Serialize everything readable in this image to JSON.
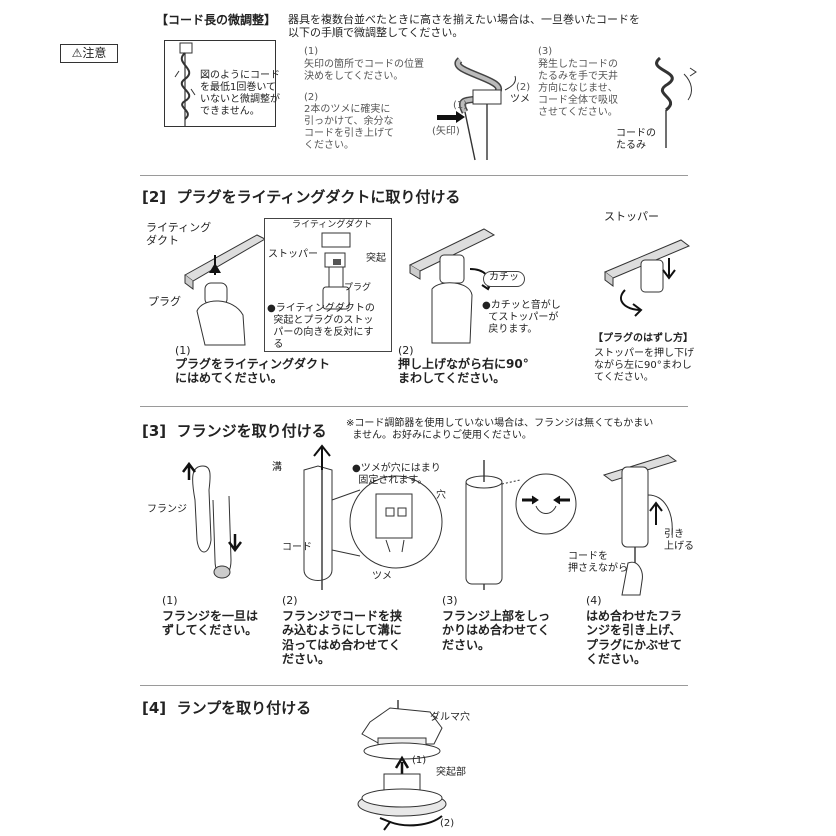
{
  "cord": {
    "heading": "【コード長の微調整】",
    "intro": "器具を複数台並べたときに高さを揃えたい場合は、一旦巻いたコードを\n以下の手順で微調整してください。",
    "caution_title": "注意",
    "caution_text": "図のようにコード\nを最低1回巻いて\nいないと微調整が\nできません。",
    "step1_num": "(1)",
    "step1_text": "矢印の箇所でコードの位置\n決めをしてください。",
    "step2_num": "(2)",
    "step2_text": "2本のツメに確実に\n引っかけて、余分な\nコードを引き上げて\nください。",
    "step3_num": "(3)",
    "step3_text": "発生したコードの\nたるみを手で天井\n方向になじませ、\nコード全体で吸収\nさせてください。",
    "lbl_arrow": "(矢印)",
    "lbl_1": "(1)",
    "lbl_2": "(2)",
    "lbl_tsume": "ツメ",
    "lbl_slack": "コードの\nたるみ"
  },
  "plug": {
    "heading": "[2]  プラグをライティングダクトに取り付ける",
    "lbl_duct": "ライティング\nダクト",
    "lbl_plug": "プラグ",
    "box_duct": "ライティングダクト",
    "box_stopper": "ストッパー",
    "box_protrusion": "突起",
    "box_plug": "プラグ",
    "box_note": "●ライティングダクトの\n  突起とプラグのストッ\n  パーの向きを反対にす\n  る",
    "step1_num": "(1)",
    "step1_text": "プラグをライティングダクト\nにはめてください。",
    "step2_num": "(2)",
    "step2_text": "押し上げながら右に90°\nまわしてください。",
    "lbl_click": "カチッ",
    "click_note": "●カチッと音がし\n  てストッパーが\n  戻ります。",
    "lbl_stopper": "ストッパー",
    "remove_heading": "【プラグのはずし方】",
    "remove_text": "ストッパーを押し下げ\nながら左に90°まわし\nてください。"
  },
  "flange": {
    "heading": "[3]  フランジを取り付ける",
    "note": "※コード調節器を使用していない場合は、フランジは無くてもかまい\n  ません。お好みによりご使用ください。",
    "lbl_flange": "フランジ",
    "lbl_groove": "溝",
    "lbl_cord": "コード",
    "lbl_fixed": "●ツメが穴にはまり\n  固定されます。",
    "lbl_hole": "穴",
    "lbl_tsume": "ツメ",
    "lbl_pullup": "引き\n上げる",
    "lbl_hold": "コードを\n押さえながら",
    "step1_num": "(1)",
    "step1_text": "フランジを一旦は\nずしてください。",
    "step2_num": "(2)",
    "step2_text": "フランジでコードを挟\nみ込むようにして溝に\n沿ってはめ合わせてく\nださい。",
    "step3_num": "(3)",
    "step3_text": "フランジ上部をしっ\nかりはめ合わせてく\nださい。",
    "step4_num": "(4)",
    "step4_text": "はめ合わせたフラ\nンジを引き上げ、\nプラグにかぶせて\nください。"
  },
  "lamp": {
    "heading": "[4]  ランプを取り付ける",
    "lbl_keyhole": "ダルマ穴",
    "lbl_1": "(1)",
    "lbl_protrusion": "突起部",
    "lbl_2": "(2)"
  }
}
